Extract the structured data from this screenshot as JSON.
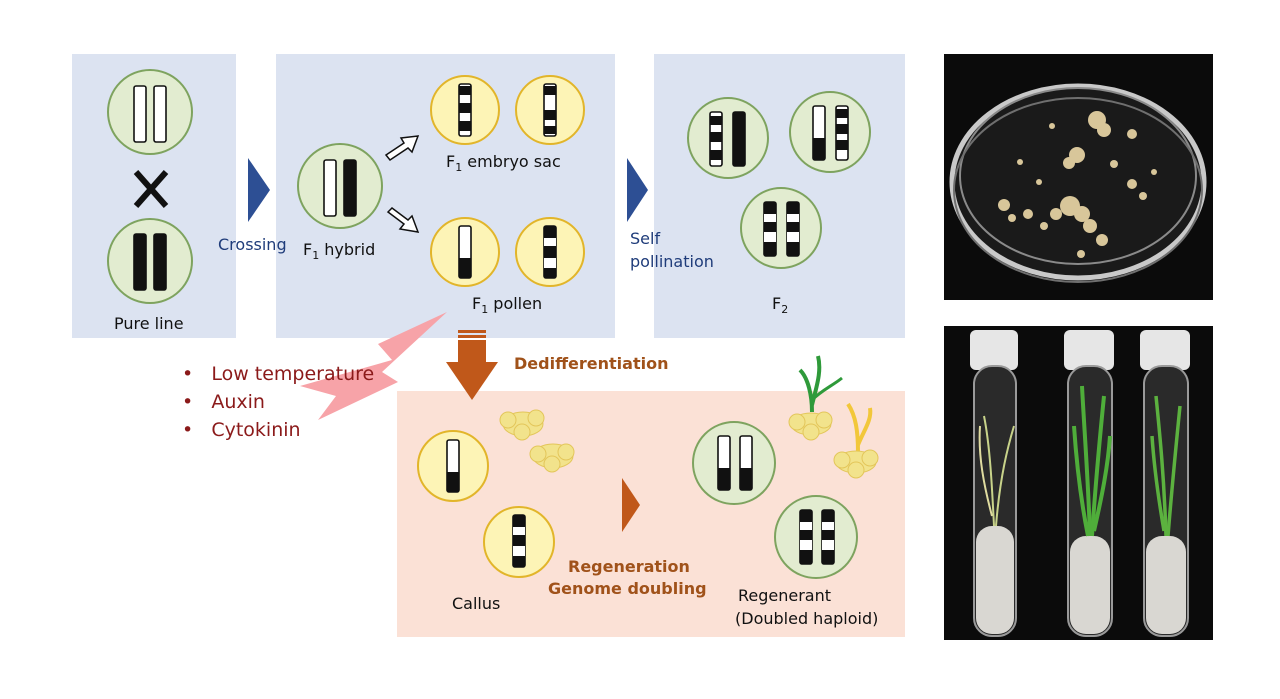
{
  "panels": {
    "pure_line_label": "Pure line",
    "crossing_label": "Crossing",
    "f1_hybrid": {
      "prefix": "F",
      "sub": "1",
      "suffix": " hybrid"
    },
    "f1_embryo_sac": {
      "prefix": "F",
      "sub": "1",
      "suffix": " embryo sac"
    },
    "f1_pollen": {
      "prefix": "F",
      "sub": "1",
      "suffix": " pollen"
    },
    "self_pollination": [
      "Self",
      "pollination"
    ],
    "f2": {
      "prefix": "F",
      "sub": "2"
    },
    "dedifferentiation": "Dedifferentiation",
    "callus": "Callus",
    "regeneration": "Regeneration",
    "genome_doubling": "Genome doubling",
    "regenerant": "Regenerant",
    "doubled_haploid": "(Doubled haploid)"
  },
  "treatments": [
    "Low temperature",
    "Auxin",
    "Cytokinin"
  ],
  "colors": {
    "panel_blue": "#dce3f1",
    "panel_peach": "#fbe1d6",
    "circle_green": "#e2ecd0",
    "circle_green_border": "#7ea35f",
    "circle_yellow": "#fdf4b6",
    "circle_yellow_border": "#e2b52a",
    "arrow_blue": "#2d4f94",
    "arrow_brown": "#c0581a",
    "bolt_pink": "#f7a3a8",
    "callus_yellow": "#f2e38c"
  },
  "icons": [
    "cross-icon",
    "hollow-arrow-icon",
    "lightning-icon",
    "callus-icon",
    "seedling-icon"
  ]
}
